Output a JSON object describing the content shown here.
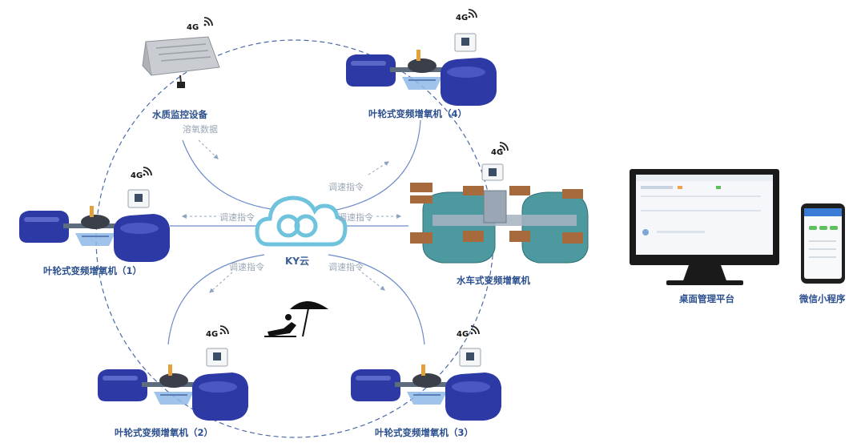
{
  "devices": {
    "monitor_label": "水质监控设备",
    "aerator_1_label": "叶轮式变频增氧机（1）",
    "aerator_2_label": "叶轮式变频增氧机（2）",
    "aerator_3_label": "叶轮式变频增氧机（3）",
    "aerator_4_label": "叶轮式变频增氧机（4）",
    "waterwheel_label": "水车式变频增氧机",
    "desktop_label": "桌面管理平台",
    "mini_program_label": "微信小程序"
  },
  "cloud": {
    "label": "KY云"
  },
  "signal": {
    "badge": "4G"
  },
  "edges": {
    "dissolved_oxygen": "溶氧数据",
    "speed_cmd": "调速指令"
  },
  "colors": {
    "device_blue": "#2d3aa6",
    "line_blue": "#5b7fc4",
    "cloud_blue": "#6fc3dc",
    "waterwheel_teal": "#4c9aa0",
    "waterwheel_copper": "#a66a3d",
    "label_blue": "#2b4f8e"
  }
}
